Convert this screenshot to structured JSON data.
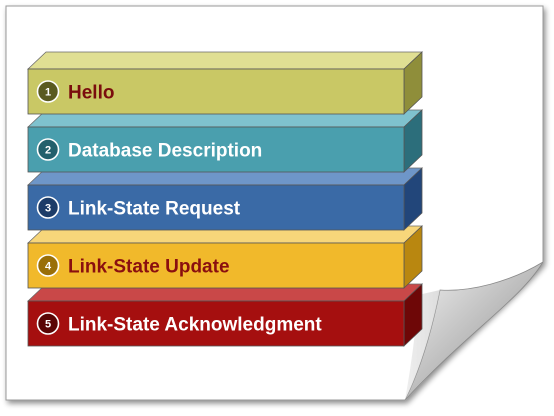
{
  "layers": [
    {
      "number": "1",
      "label": "Hello",
      "front": "#c9c865",
      "top": "#e0df93",
      "side": "#8f8e3a",
      "text_color": "#7a0d0d",
      "badge": "#5a5a20"
    },
    {
      "number": "2",
      "label": "Database Description",
      "front": "#4a9fae",
      "top": "#7fc2ce",
      "side": "#2c6e7b",
      "text_color": "#ffffff",
      "badge": "#23606c"
    },
    {
      "number": "3",
      "label": "Link-State Request",
      "front": "#3a6aa6",
      "top": "#6e96c8",
      "side": "#22467a",
      "text_color": "#ffffff",
      "badge": "#1c3c68"
    },
    {
      "number": "4",
      "label": "Link-State Update",
      "front": "#f1b92b",
      "top": "#f7d67a",
      "side": "#b98710",
      "text_color": "#8a0f0f",
      "badge": "#9a6f08"
    },
    {
      "number": "5",
      "label": "Link-State Acknowledgment",
      "front": "#a50f0f",
      "top": "#c94848",
      "side": "#6e0707",
      "text_color": "#ffffff",
      "badge": "#5a0505"
    }
  ]
}
